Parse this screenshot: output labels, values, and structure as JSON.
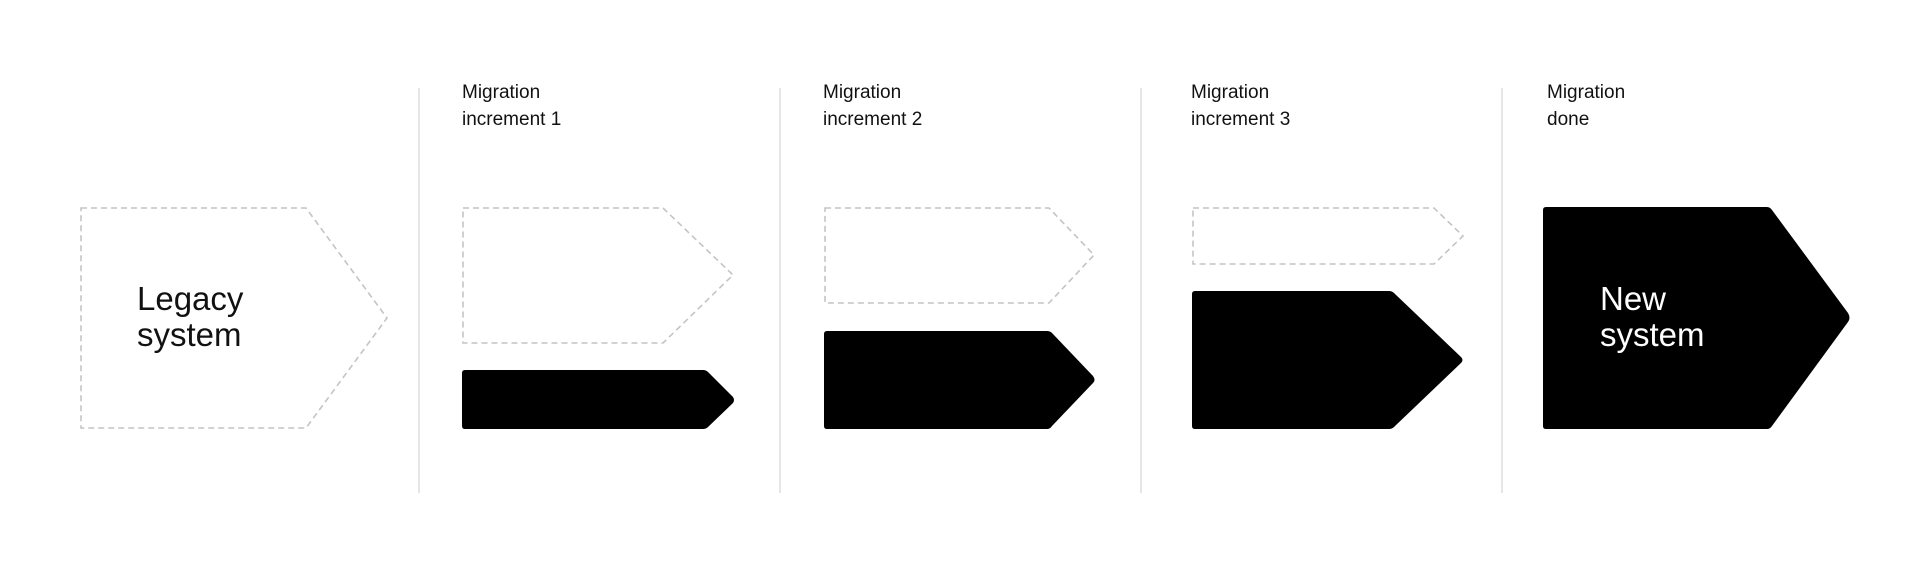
{
  "diagram": {
    "legacy_box": {
      "label_line1": "Legacy",
      "label_line2": "system"
    },
    "stages": [
      {
        "label_line1": "Migration",
        "label_line2": "increment 1",
        "legacy_remaining": 0.62,
        "new_built": 0.26
      },
      {
        "label_line1": "Migration",
        "label_line2": "increment 2",
        "legacy_remaining": 0.44,
        "new_built": 0.44
      },
      {
        "label_line1": "Migration",
        "label_line2": "increment 3",
        "legacy_remaining": 0.26,
        "new_built": 0.62
      },
      {
        "label_line1": "Migration",
        "label_line2": "done",
        "legacy_remaining": 0,
        "new_built": 1
      }
    ],
    "new_box": {
      "label_line1": "New",
      "label_line2": "system"
    },
    "colors": {
      "legacy_outline": "#c4c4c4",
      "new_fill": "#000000",
      "new_text": "#ffffff",
      "divider": "#dddddd",
      "text": "#111111"
    }
  }
}
